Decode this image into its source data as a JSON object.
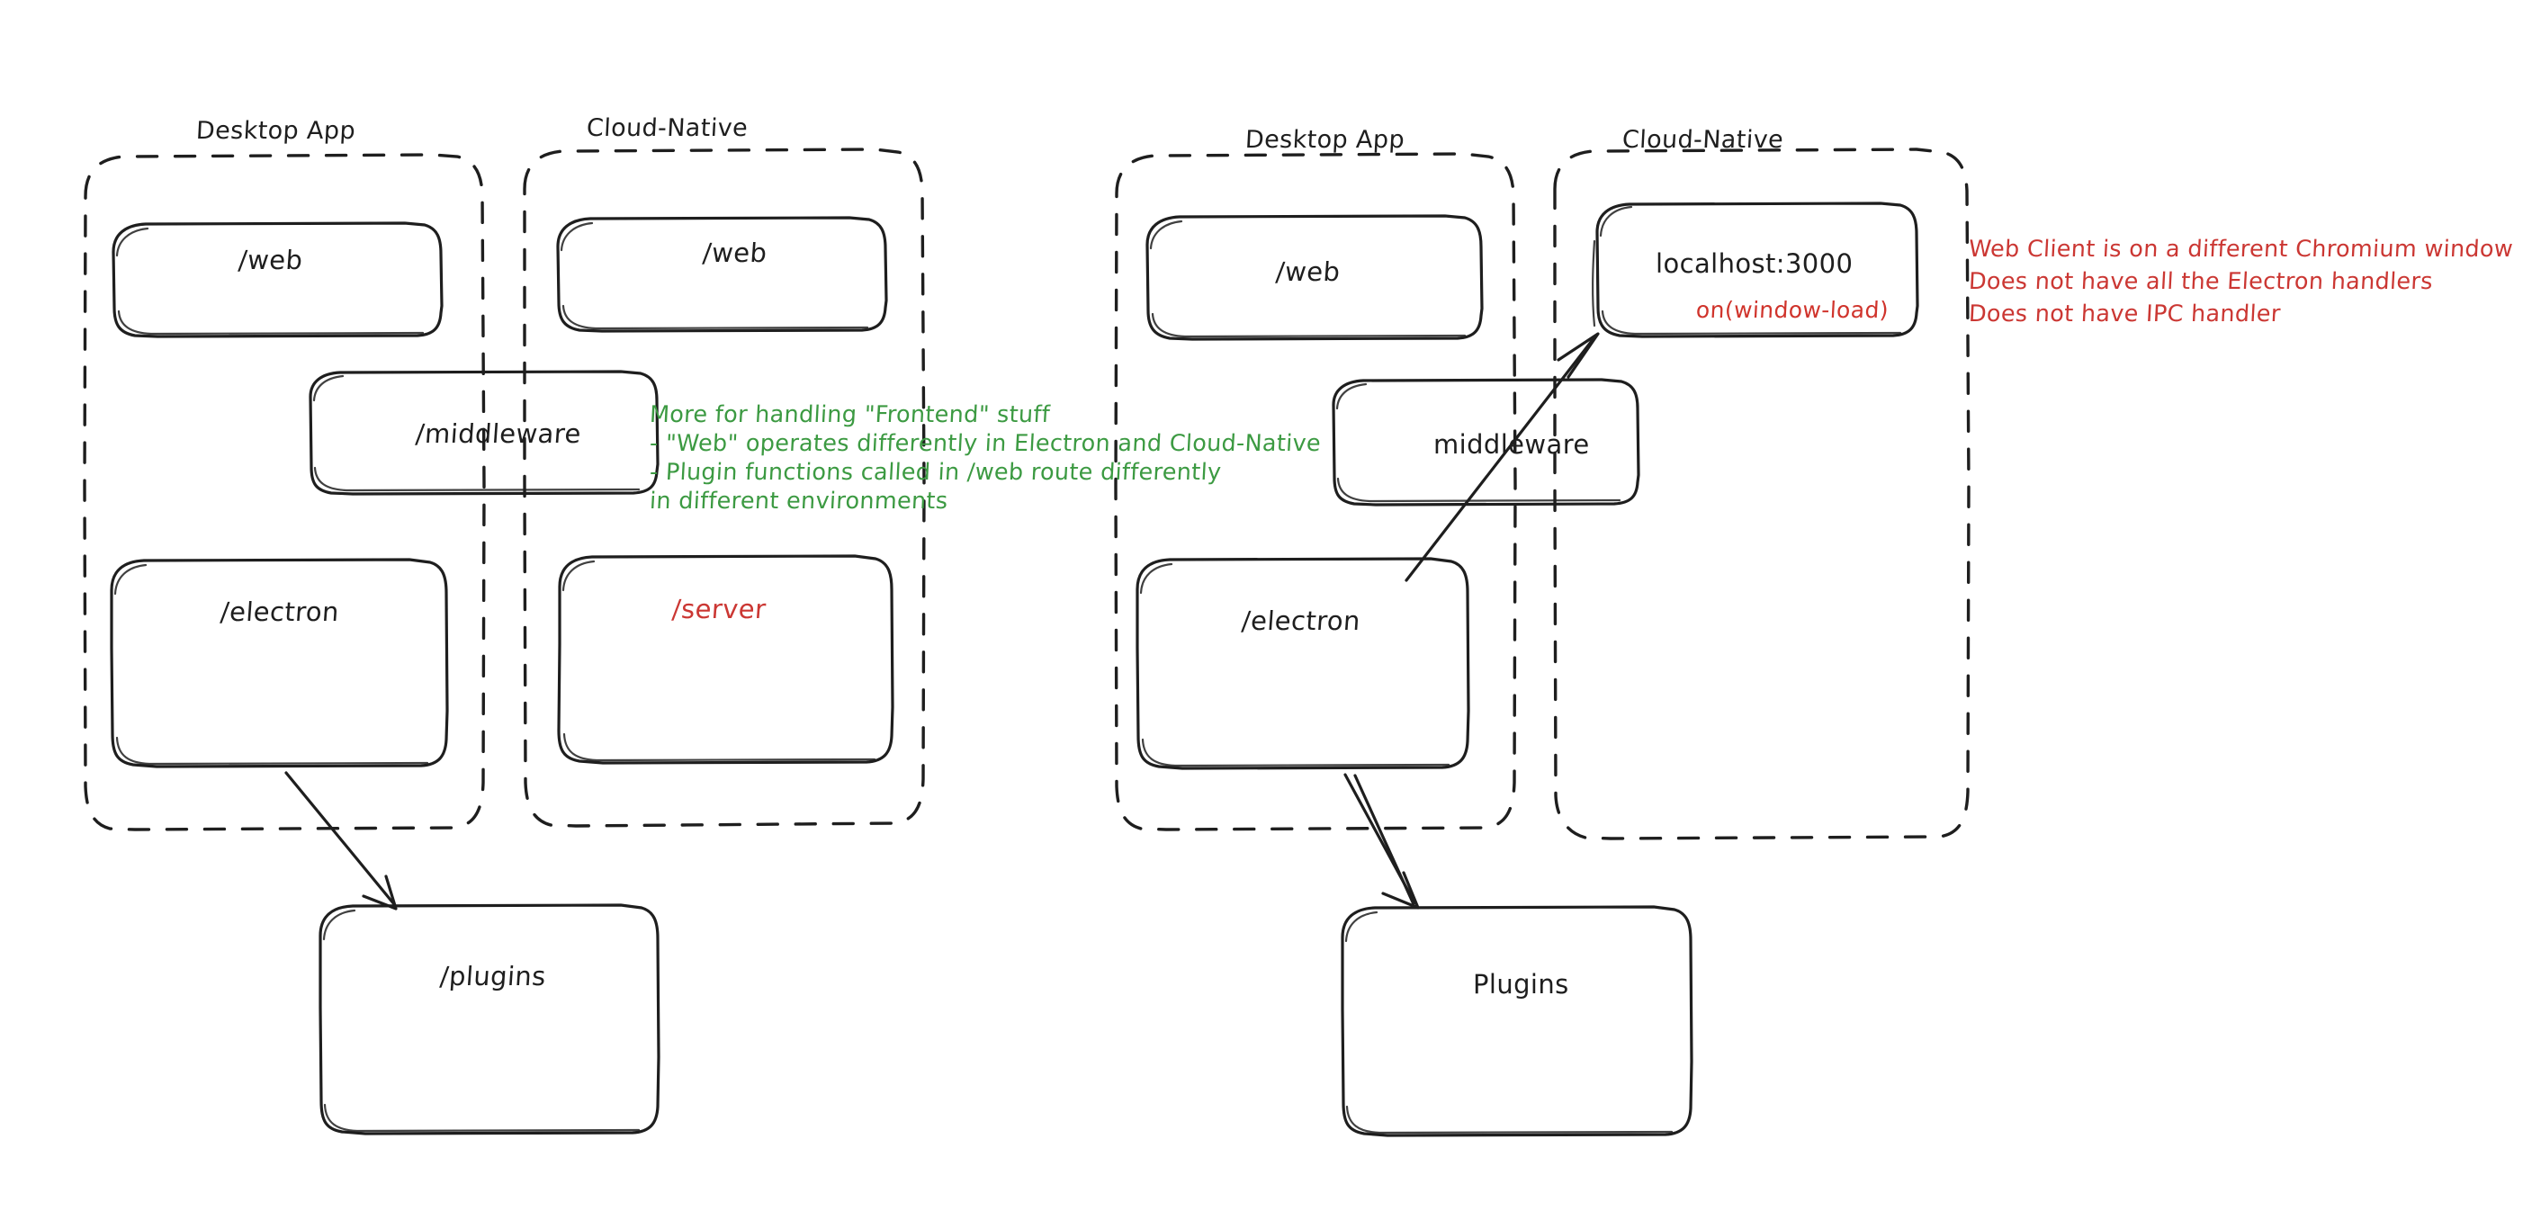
{
  "meta": {
    "diagram_title": "Desktop App vs Cloud-Native architecture sketch",
    "style": "hand-drawn / excalidraw",
    "colors": {
      "stroke": "#1e1e1e",
      "background": "#ffffff",
      "green_annotation": "#3c9a42",
      "red_annotation": "#cb3733"
    }
  },
  "left_diagram": {
    "groups": [
      {
        "id": "left-desktop-app",
        "title": "Desktop App"
      },
      {
        "id": "left-cloud-native",
        "title": "Cloud-Native"
      }
    ],
    "nodes": [
      {
        "id": "left-desktop-web",
        "label": "/web",
        "color": "#1e1e1e"
      },
      {
        "id": "left-cloud-web",
        "label": "/web",
        "color": "#1e1e1e"
      },
      {
        "id": "left-middleware",
        "label": "/middleware",
        "color": "#1e1e1e"
      },
      {
        "id": "left-electron",
        "label": "/electron",
        "color": "#1e1e1e"
      },
      {
        "id": "left-server",
        "label": "/server",
        "color": "#cb3733"
      },
      {
        "id": "left-plugins",
        "label": "/plugins",
        "color": "#1e1e1e"
      }
    ],
    "annotation_green": [
      "More for handling \"Frontend\" stuff",
      "- \"Web\" operates differently in Electron and Cloud-Native",
      "- Plugin functions called in /web route differently",
      "in different environments"
    ],
    "arrows": [
      {
        "id": "left-electron-to-plugins",
        "from": "/electron",
        "to": "/plugins"
      }
    ]
  },
  "right_diagram": {
    "groups": [
      {
        "id": "right-desktop-app",
        "title": "Desktop App"
      },
      {
        "id": "right-cloud-native",
        "title": "Cloud-Native"
      }
    ],
    "nodes": [
      {
        "id": "right-desktop-web",
        "label": "/web",
        "color": "#1e1e1e"
      },
      {
        "id": "right-localhost",
        "label": "localhost:3000",
        "sublabel": "on(window-load)",
        "color": "#1e1e1e",
        "sub_color": "#cb3733"
      },
      {
        "id": "right-middleware",
        "label": "middleware",
        "color": "#1e1e1e"
      },
      {
        "id": "right-electron",
        "label": "/electron",
        "color": "#1e1e1e"
      },
      {
        "id": "right-plugins",
        "label": "Plugins",
        "color": "#1e1e1e"
      }
    ],
    "annotation_red": [
      "Web Client is on a different Chromium window",
      "Does not have all the Electron handlers",
      "Does not have IPC handler"
    ],
    "arrows": [
      {
        "id": "right-electron-to-localhost",
        "from": "/electron",
        "to": "localhost:3000"
      },
      {
        "id": "right-electron-to-plugins",
        "from": "/electron",
        "to": "Plugins"
      }
    ]
  }
}
